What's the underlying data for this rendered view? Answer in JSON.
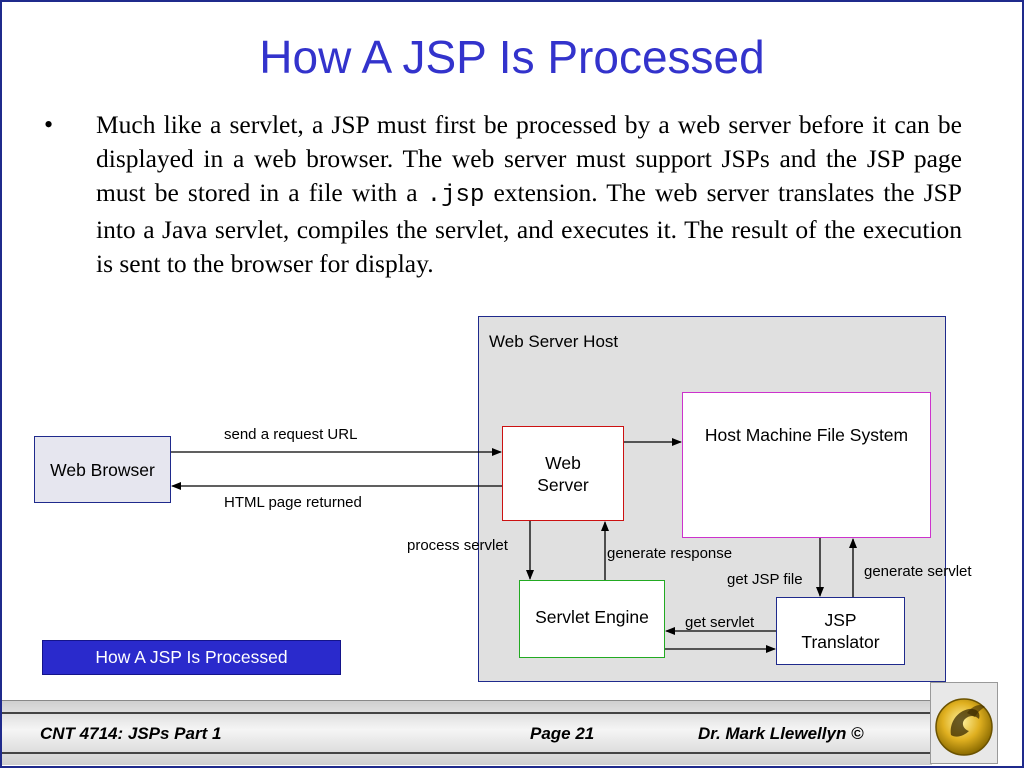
{
  "slide": {
    "title": "How A JSP Is Processed",
    "bullet": "•",
    "body_part1": "Much like a servlet, a JSP must first be processed by a web server before it can be displayed in a web browser.  The web server must support JSPs and the JSP page must be stored in a file with a ",
    "body_code": ".jsp",
    "body_part2": " extension.  The web server translates the JSP into a Java servlet, compiles the servlet, and executes it.  The result of the execution is sent to the browser for display."
  },
  "diagram": {
    "host_label": "Web Server Host",
    "web_browser": "Web Browser",
    "web_server_line1": "Web",
    "web_server_line2": "Server",
    "file_system": "Host Machine File System",
    "servlet_engine": "Servlet Engine",
    "jsp_translator_line1": "JSP",
    "jsp_translator_line2": "Translator",
    "send_request": "send a request URL",
    "html_returned": "HTML page returned",
    "process_servlet": "process servlet",
    "generate_response": "generate response",
    "get_jsp_file": "get JSP file",
    "generate_servlet": "generate servlet",
    "get_servlet": "get servlet",
    "caption": "How A JSP Is Processed"
  },
  "footer": {
    "course": "CNT 4714:  JSPs Part 1",
    "page": "Page 21",
    "author": "Dr. Mark Llewellyn ©"
  },
  "icons": {
    "logo": "pegasus-logo-icon"
  },
  "colors": {
    "title": "#3333cc",
    "caption_bg": "#2a2acc",
    "host_bg": "#e0e0e0"
  }
}
